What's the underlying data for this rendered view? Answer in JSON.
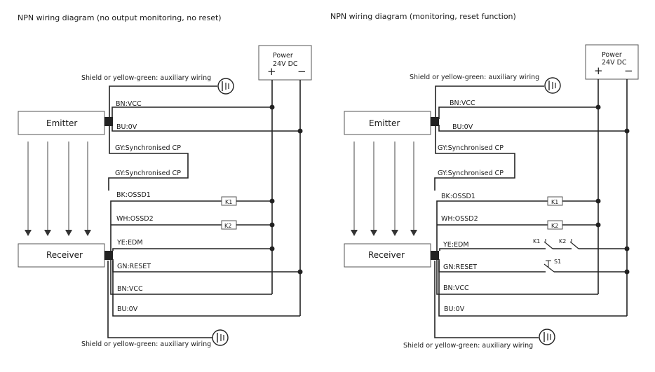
{
  "diagrams": [
    {
      "title": "NPN wiring diagram (no output monitoring, no reset)",
      "power": {
        "label_line1": "Power",
        "label_line2": "24V DC",
        "plus": "+",
        "minus": "−"
      },
      "emitter_label": "Emitter",
      "receiver_label": "Receiver",
      "shield_top": "Shield or yellow-green: auxiliary wiring",
      "shield_bottom": "Shield or yellow-green: auxiliary wiring",
      "emitter_wires": [
        "BN:VCC",
        "BU:0V",
        "GY:Synchronised CP"
      ],
      "receiver_wires": [
        "GY:Synchronised CP",
        "BK:OSSD1",
        "WH:OSSD2",
        "YE:EDM",
        "GN:RESET",
        "BN:VCC",
        "BU:0V"
      ],
      "relays": [
        "K1",
        "K2"
      ],
      "ground_icon": "ground-icon",
      "arrow_icon": "arrow-down-icon"
    },
    {
      "title": "NPN wiring diagram (monitoring, reset function)",
      "power": {
        "label_line1": "Power",
        "label_line2": "24V DC",
        "plus": "+",
        "minus": "−"
      },
      "emitter_label": "Emitter",
      "receiver_label": "Receiver",
      "shield_top": "Shield or yellow-green: auxiliary wiring",
      "shield_bottom": "Shield or yellow-green: auxiliary wiring",
      "emitter_wires": [
        "BN:VCC",
        "BU:0V",
        "GY:Synchronised CP"
      ],
      "receiver_wires": [
        "GY:Synchronised CP",
        "BK:OSSD1",
        "WH:OSSD2",
        "YE:EDM",
        "GN:RESET",
        "BN:VCC",
        "BU:0V"
      ],
      "relays": [
        "K1",
        "K2"
      ],
      "contacts": [
        "K1",
        "K2"
      ],
      "switch": "S1",
      "ground_icon": "ground-icon",
      "arrow_icon": "arrow-down-icon"
    }
  ]
}
